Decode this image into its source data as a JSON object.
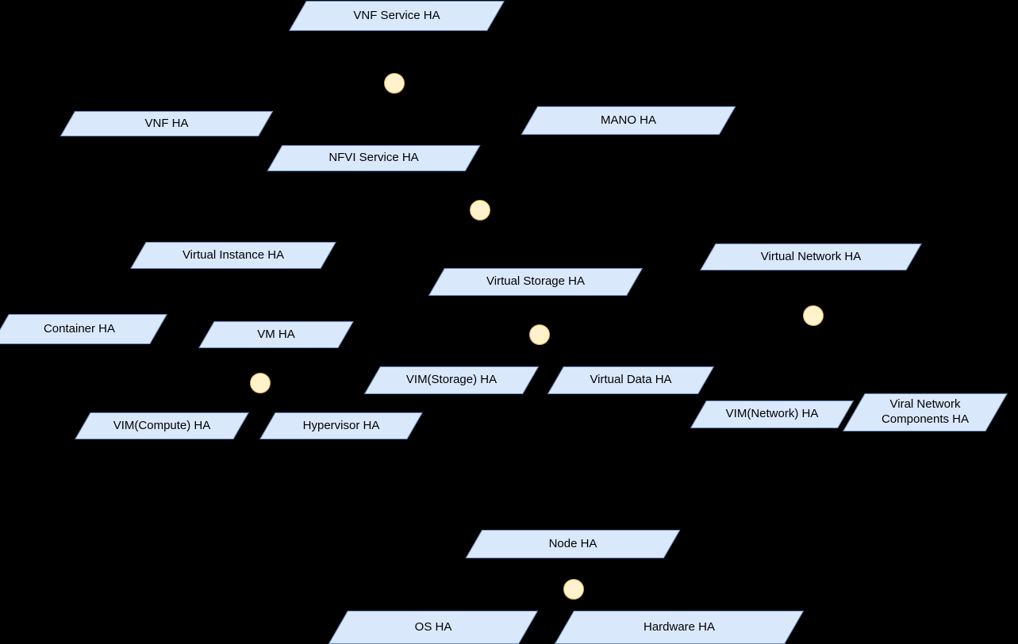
{
  "diagram": {
    "colors": {
      "background": "#000000",
      "node_fill": "#dae8fc",
      "node_border": "#6c8ebf",
      "junction_fill": "#fff2cc",
      "junction_border": "#d6b656",
      "text": "#000000"
    },
    "nodes": [
      {
        "id": "vnf-service-ha",
        "label": "VNF Service HA"
      },
      {
        "id": "vnf-ha",
        "label": "VNF HA"
      },
      {
        "id": "mano-ha",
        "label": "MANO HA"
      },
      {
        "id": "nfvi-service-ha",
        "label": "NFVI Service HA"
      },
      {
        "id": "virtual-instance-ha",
        "label": "Virtual Instance HA"
      },
      {
        "id": "virtual-network-ha",
        "label": "Virtual Network HA"
      },
      {
        "id": "virtual-storage-ha",
        "label": "Virtual Storage HA"
      },
      {
        "id": "container-ha",
        "label": "Container HA"
      },
      {
        "id": "vm-ha",
        "label": "VM HA"
      },
      {
        "id": "vim-storage-ha",
        "label": "VIM(Storage) HA"
      },
      {
        "id": "virtual-data-ha",
        "label": "Virtual Data HA"
      },
      {
        "id": "vim-compute-ha",
        "label": "VIM(Compute) HA"
      },
      {
        "id": "hypervisor-ha",
        "label": "Hypervisor HA"
      },
      {
        "id": "vim-network-ha",
        "label": "VIM(Network) HA"
      },
      {
        "id": "viral-network-components-ha",
        "label": "Viral Network Components HA"
      },
      {
        "id": "node-ha",
        "label": "Node HA"
      },
      {
        "id": "os-ha",
        "label": "OS HA"
      },
      {
        "id": "hardware-ha",
        "label": "Hardware HA"
      }
    ],
    "junctions": {
      "count": 6,
      "shape": "circle"
    }
  }
}
